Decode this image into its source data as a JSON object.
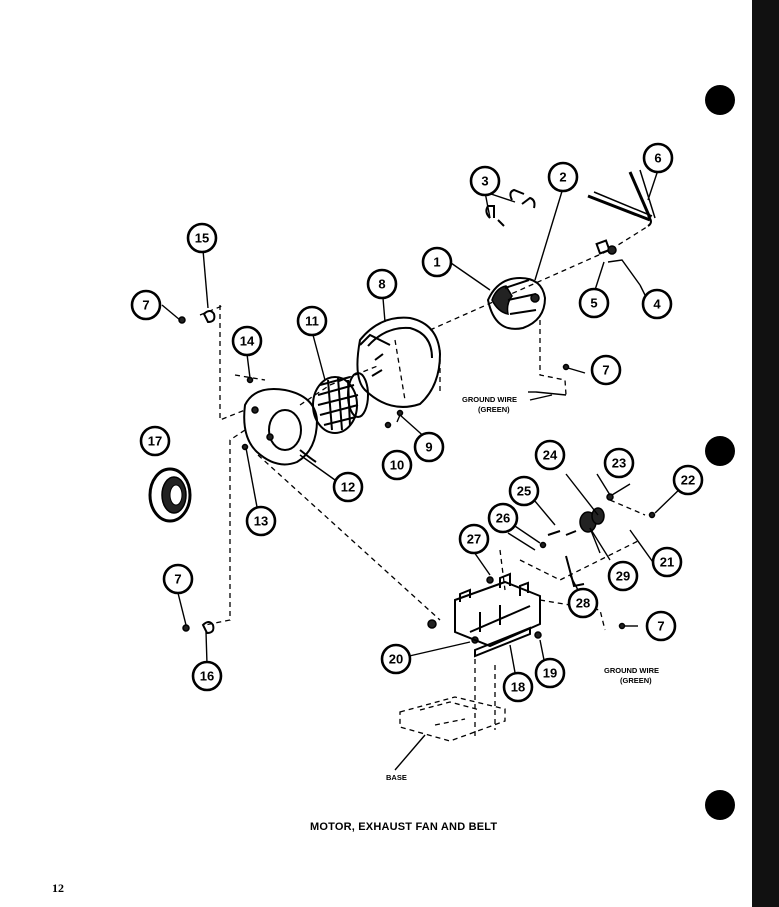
{
  "title": "MOTOR, EXHAUST FAN AND BELT",
  "page_number": "12",
  "labels": {
    "ground_wire_1_line1": "GROUND WIRE",
    "ground_wire_1_line2": "(GREEN)",
    "ground_wire_2_line1": "GROUND WIRE",
    "ground_wire_2_line2": "(GREEN)",
    "base": "BASE"
  },
  "callouts": {
    "c1": "1",
    "c2": "2",
    "c3": "3",
    "c4": "4",
    "c5": "5",
    "c6": "6",
    "c7a": "7",
    "c7b": "7",
    "c7c": "7",
    "c7d": "7",
    "c8": "8",
    "c9": "9",
    "c10": "10",
    "c11": "11",
    "c12": "12",
    "c13": "13",
    "c14": "14",
    "c15": "15",
    "c16": "16",
    "c17": "17",
    "c18": "18",
    "c19": "19",
    "c20": "20",
    "c21": "21",
    "c22": "22",
    "c23": "23",
    "c24": "24",
    "c25": "25",
    "c26": "26",
    "c27": "27",
    "c28": "28",
    "c29": "29"
  }
}
